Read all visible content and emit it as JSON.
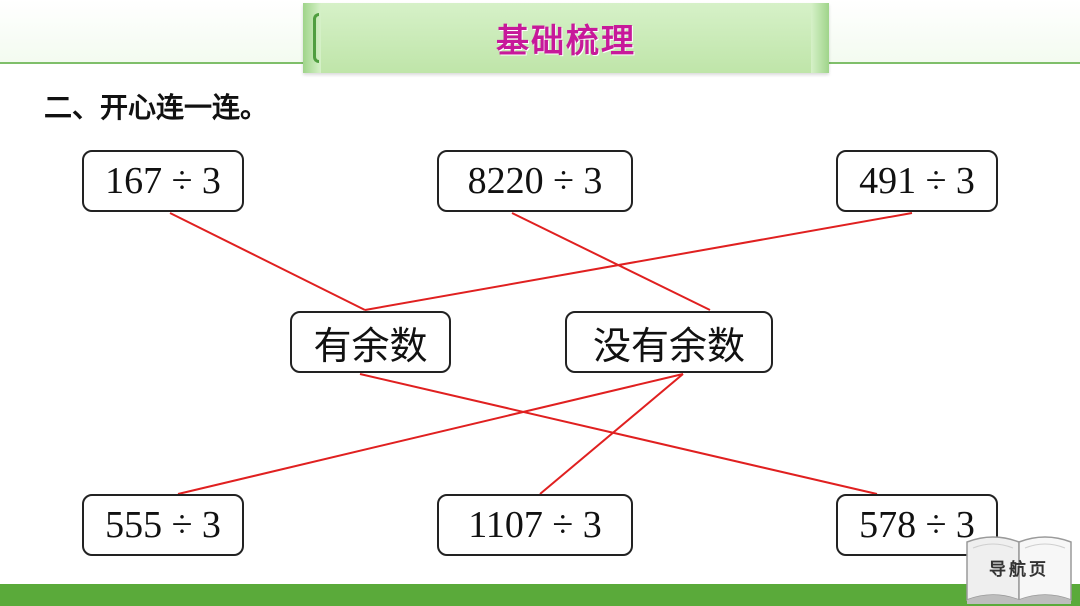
{
  "header": {
    "title": "基础梳理"
  },
  "question": {
    "text": "二、开心连一连。"
  },
  "top_expressions": [
    "167 ÷ 3",
    "8220 ÷ 3",
    "491 ÷ 3"
  ],
  "categories": [
    "有余数",
    "没有余数"
  ],
  "bottom_expressions": [
    "555 ÷ 3",
    "1107 ÷ 3",
    "578 ÷ 3"
  ],
  "connections": [
    {
      "from": "167 ÷ 3",
      "to": "有余数"
    },
    {
      "from": "8220 ÷ 3",
      "to": "没有余数"
    },
    {
      "from": "491 ÷ 3",
      "to": "有余数"
    },
    {
      "from": "555 ÷ 3",
      "to": "没有余数"
    },
    {
      "from": "1107 ÷ 3",
      "to": "没有余数"
    },
    {
      "from": "578 ÷ 3",
      "to": "有余数"
    }
  ],
  "colors": {
    "line": "#e02020",
    "title": "#c7199a",
    "accent_green": "#5aaa3a"
  },
  "nav": {
    "label": "导航页",
    "icon": "book-icon"
  }
}
